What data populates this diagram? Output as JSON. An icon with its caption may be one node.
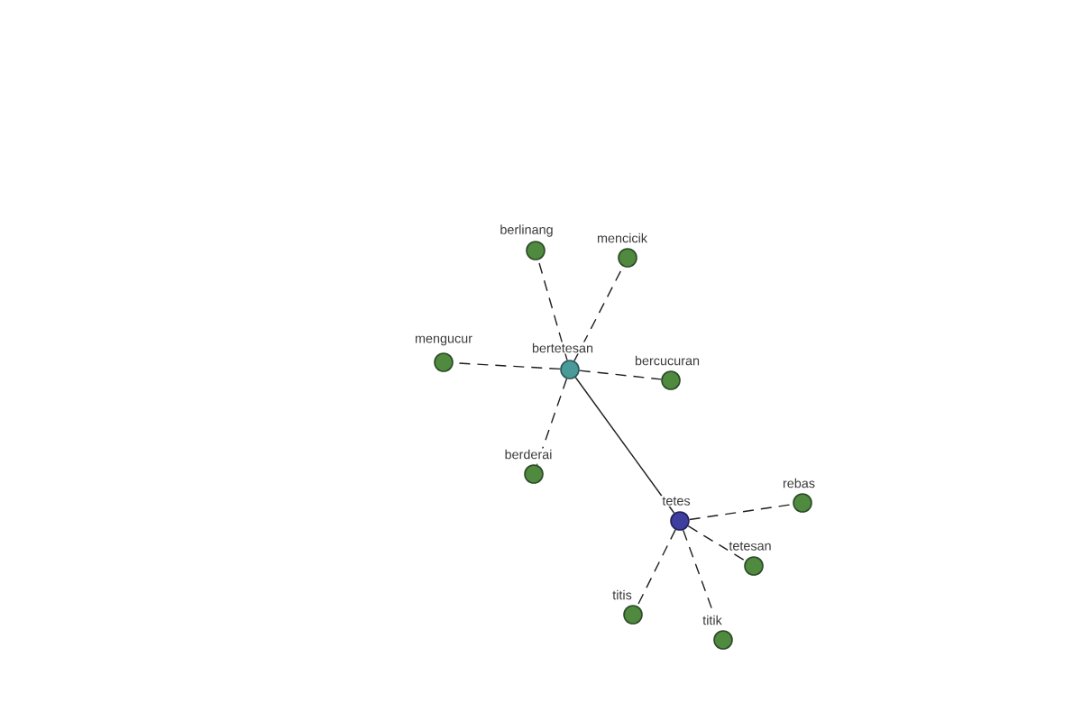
{
  "diagram": {
    "nodes": [
      {
        "text": [
          "berlinang"
        ]
      },
      {
        "text": [
          "mencicik"
        ]
      },
      {
        "text": [
          "mengucur"
        ]
      },
      {
        "text": [
          "bertetesan"
        ]
      },
      {
        "text": [
          "bercucuran"
        ]
      },
      {
        "text": [
          "berderai"
        ]
      },
      {
        "text": [
          "tetes"
        ]
      },
      {
        "text": [
          "rebas"
        ]
      },
      {
        "text": [
          "tetesan"
        ]
      },
      {
        "text": [
          "titis"
        ]
      },
      {
        "text": [
          "titik"
        ]
      }
    ],
    "edges": [
      {
        "from": 3,
        "to": 0,
        "arrow": "none",
        "style": "dashed"
      },
      {
        "from": 3,
        "to": 1,
        "arrow": "none",
        "style": "dashed"
      },
      {
        "from": 3,
        "to": 2,
        "arrow": "none",
        "style": "dashed"
      },
      {
        "from": 3,
        "to": 4,
        "arrow": "none",
        "style": "dashed"
      },
      {
        "from": 3,
        "to": 5,
        "arrow": "none",
        "style": "dashed"
      },
      {
        "from": 3,
        "to": 6,
        "arrow": "none"
      },
      {
        "from": 6,
        "to": 7,
        "arrow": "none",
        "style": "dashed"
      },
      {
        "from": 6,
        "to": 8,
        "arrow": "none",
        "style": "dashed"
      },
      {
        "from": 6,
        "to": 9,
        "arrow": "none",
        "style": "dashed"
      },
      {
        "from": 6,
        "to": 10,
        "arrow": "none",
        "style": "dashed"
      }
    ]
  }
}
